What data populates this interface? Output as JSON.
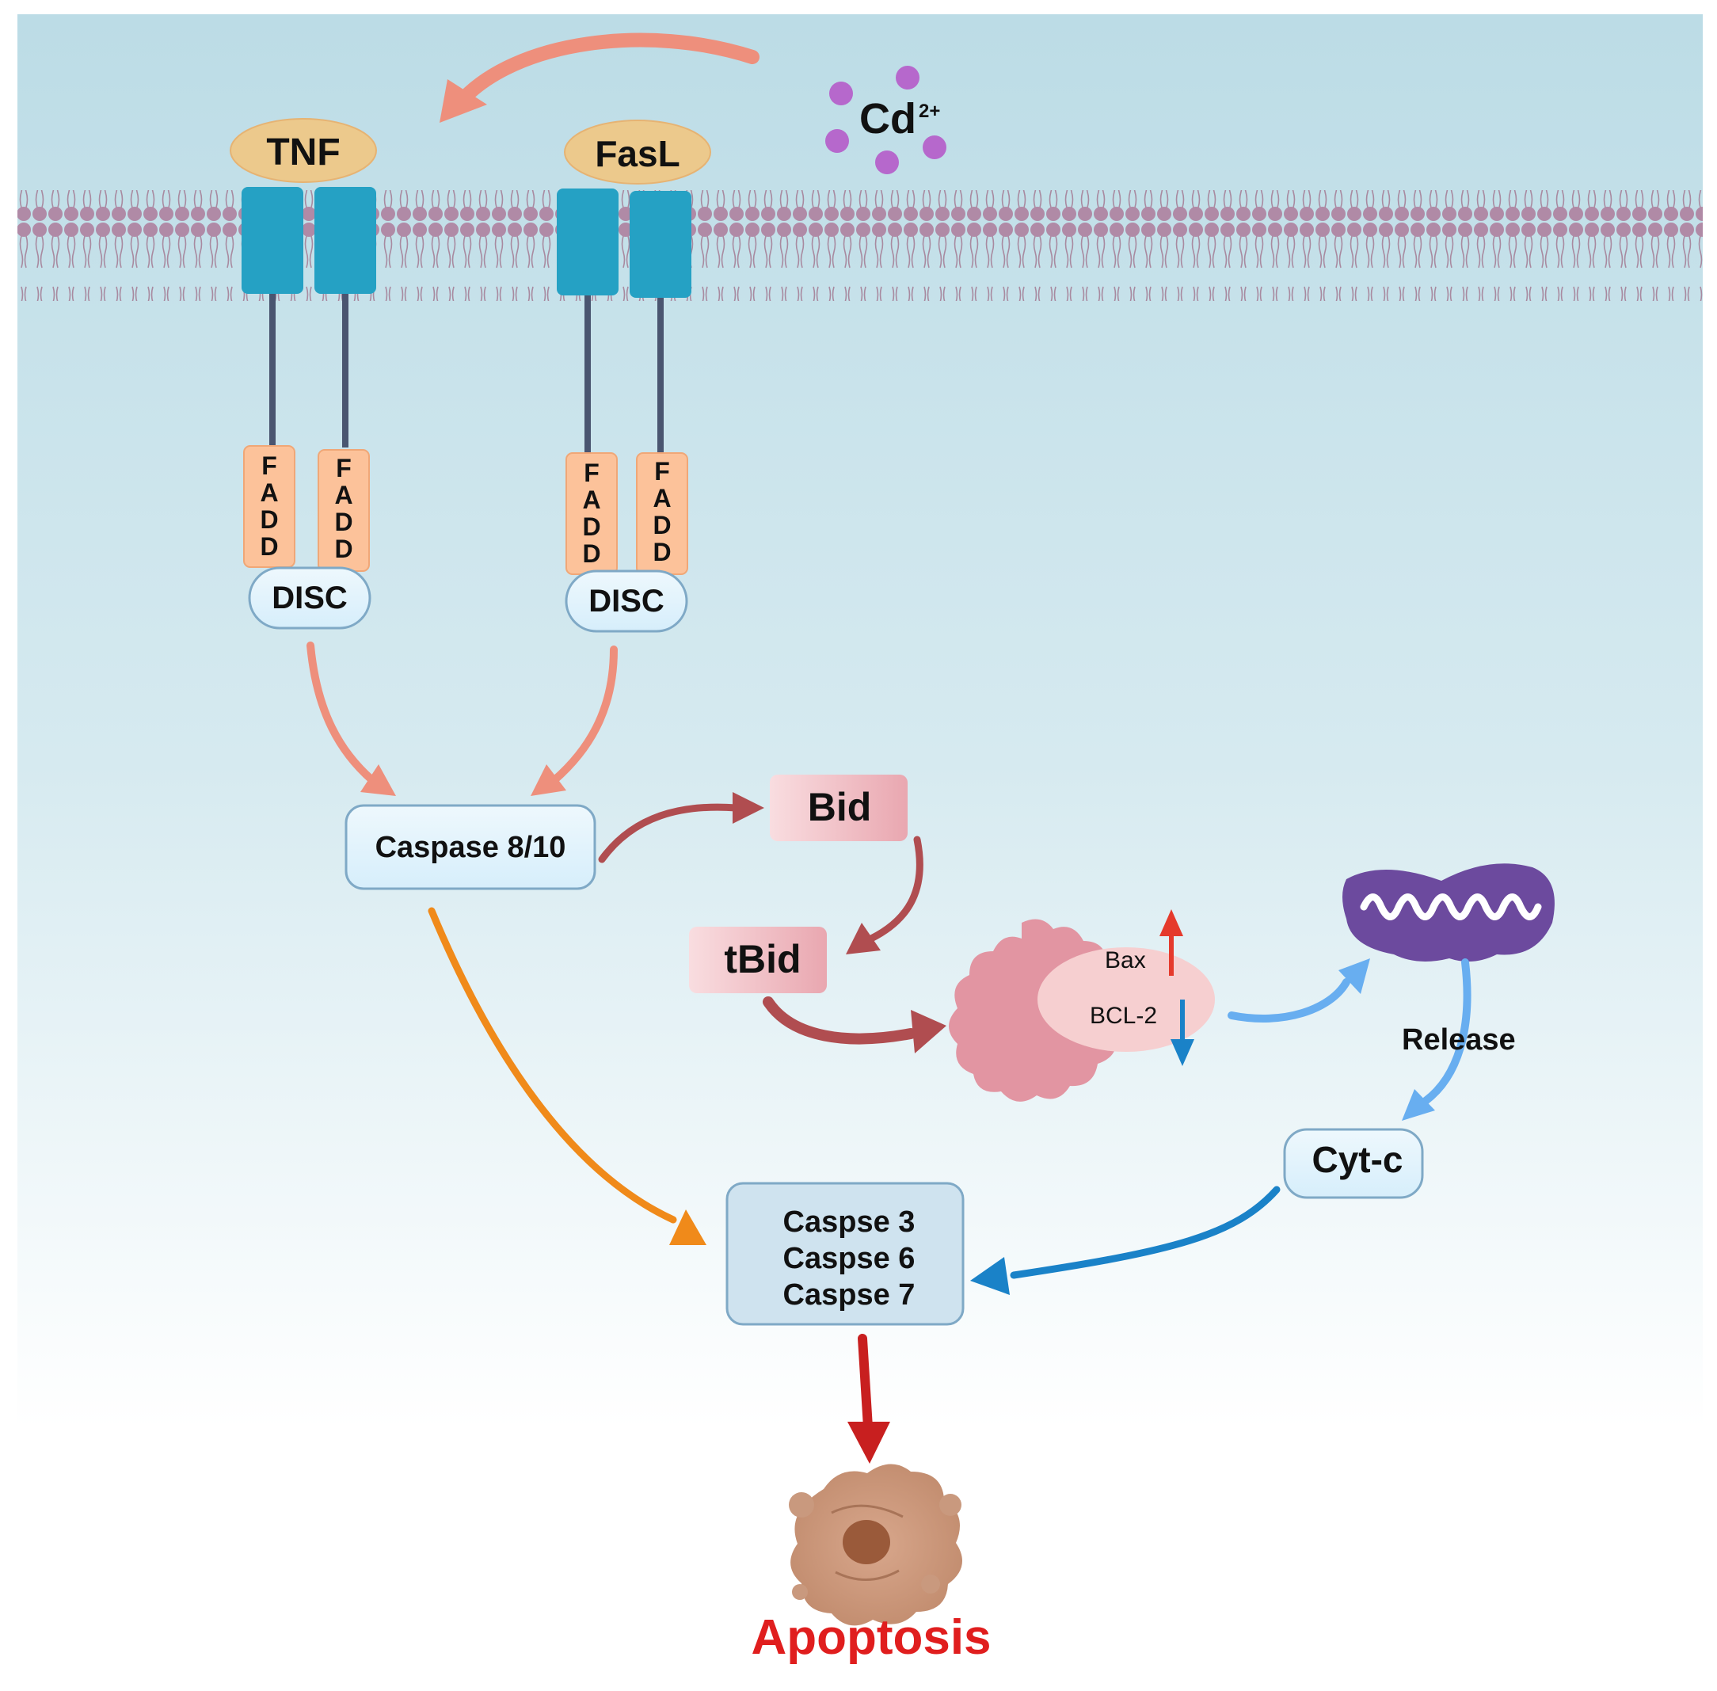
{
  "ion": {
    "label": "Cd",
    "charge": "2+"
  },
  "ligands": {
    "tnf": "TNF",
    "fasl": "FasL"
  },
  "adaptor": {
    "letters": [
      "F",
      "A",
      "D",
      "D"
    ]
  },
  "disc": {
    "left": "DISC",
    "right": "DISC"
  },
  "nodes": {
    "caspase_8_10": "Caspase 8/10",
    "bid": "Bid",
    "tbid": "tBid",
    "bax": "Bax",
    "bcl2": "BCL-2",
    "release": "Release",
    "cytc": "Cyt-c",
    "executioner": [
      "Caspse 3",
      "Caspse 6",
      "Caspse 7"
    ],
    "outcome": "Apoptosis"
  },
  "colors": {
    "background_top": "#bcdce6",
    "background_bottom": "#ffffff",
    "receptor": "#25a1c4",
    "ligand": "#ecc98c",
    "fadd": "#fcc29a",
    "membrane": "#b08aa6",
    "ion_dot": "#b668cc",
    "outcome_text": "#e01e1e",
    "arrow_salmon": "#ee8f7c",
    "arrow_maroon": "#b04d50",
    "arrow_orange": "#f08a1a",
    "arrow_blue": "#1a82c8",
    "arrow_lightblue": "#68aef0",
    "mitochondrion": "#6c4a9e"
  }
}
